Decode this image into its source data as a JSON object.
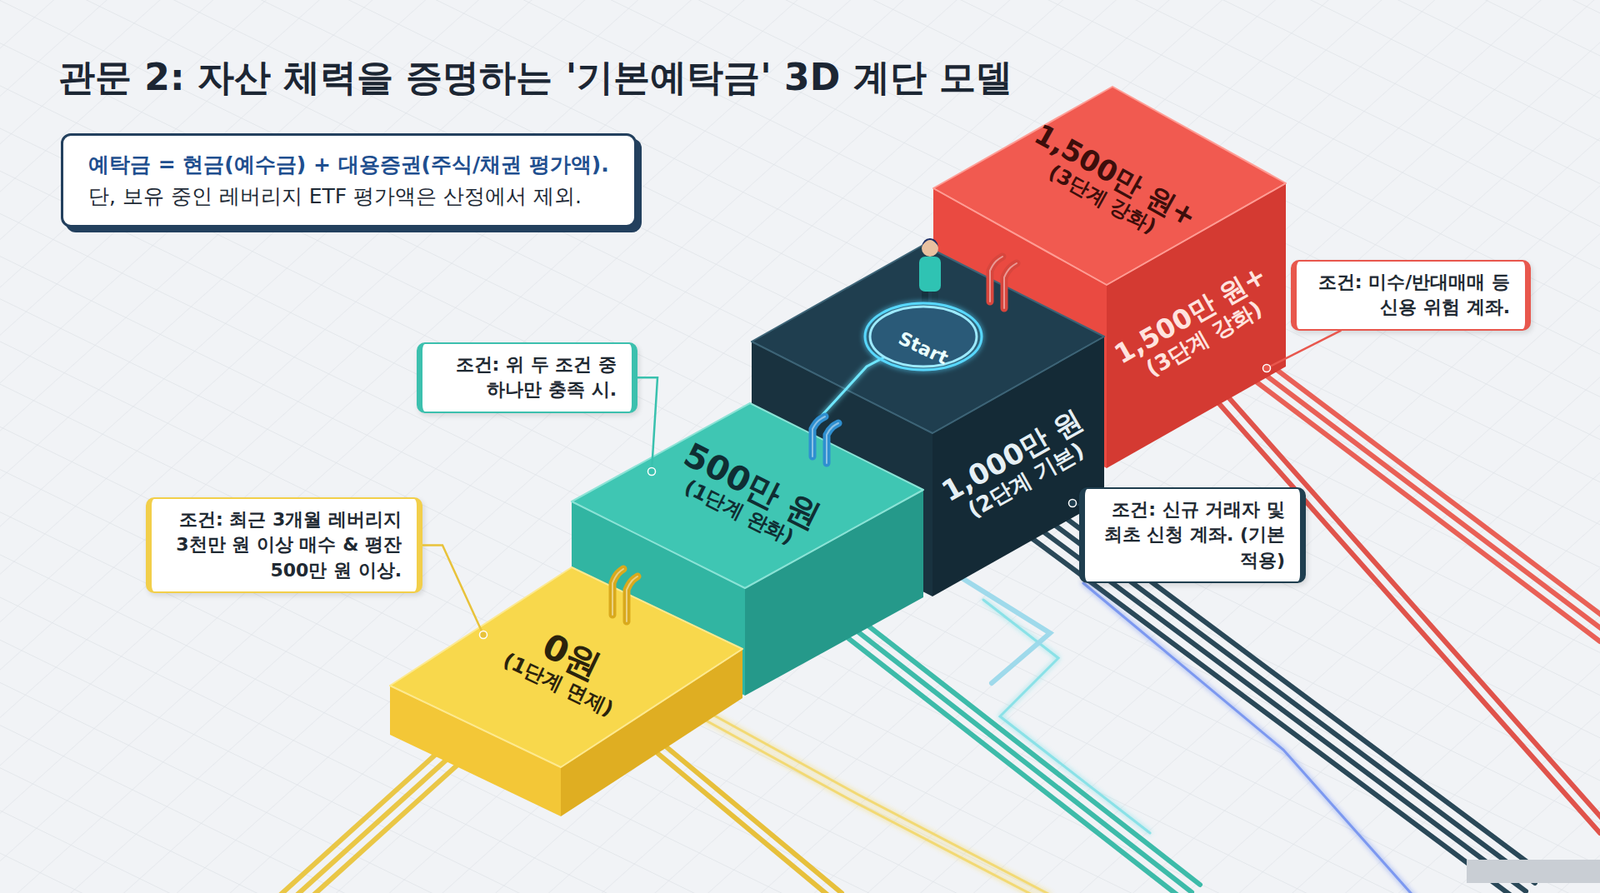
{
  "diagram": {
    "title": "관문 2: 자산 체력을 증명하는 '기본예탁금' 3D 계단 모델",
    "nodes": [
      {
        "text": [
          "예탁금 = 현금(예수금) + 대용증권(주식/채권 평가액).",
          "단, 보유 중인 레버리지 ETF 평가액은 산정에서 제외."
        ]
      },
      {
        "text": [
          "0원",
          "(1단계 면제)"
        ]
      },
      {
        "text": [
          "500만 원",
          "(1단계 완화)"
        ]
      },
      {
        "text": [
          "1,000만 원",
          "(2단계 기본)"
        ]
      },
      {
        "text": [
          "Start"
        ],
        "in": 3
      },
      {
        "text": [
          "1,500만 원+",
          "(3단계 강화)",
          "1,500만 원+",
          "(3단계 강화)"
        ]
      },
      {
        "text": [
          "조건: 최근 3개월 레버리지 3천만 원 이상 매수 & 평잔 500만 원 이상."
        ]
      },
      {
        "text": [
          "조건: 위 두 조건 중 하나만 충족 시."
        ]
      },
      {
        "text": [
          "조건: 신규 거래자 및 최초 신청 계좌. (기본 적용)"
        ]
      },
      {
        "text": [
          "조건: 미수/반대매매 등 신용 위험 계좌."
        ]
      }
    ],
    "edges": [
      {
        "from": 6,
        "to": 1,
        "arrow": "none"
      },
      {
        "from": 7,
        "to": 2,
        "arrow": "none"
      },
      {
        "from": 8,
        "to": 3,
        "arrow": "none"
      },
      {
        "from": 9,
        "to": 5,
        "arrow": "none"
      }
    ]
  }
}
